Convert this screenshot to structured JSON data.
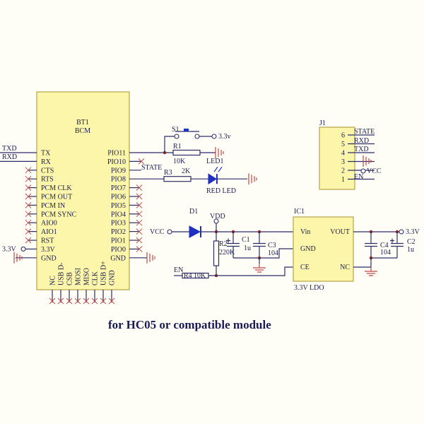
{
  "caption": "for HC05 or compatible module",
  "bt1": {
    "ref": "BT1",
    "name": "BCM",
    "left_pins": [
      "TX",
      "RX",
      "CTS",
      "RTS",
      "PCM CLK",
      "PCM OUT",
      "PCM IN",
      "PCM SYNC",
      "AIO0",
      "AIO1",
      "RST",
      "3.3V",
      "GND"
    ],
    "right_pins": [
      "PIO11",
      "PIO10",
      "PIO9",
      "PIO8",
      "PIO7",
      "PIO6",
      "PIO5",
      "PIO4",
      "PIO3",
      "PIO2",
      "PIO1",
      "PIO0",
      "GND"
    ],
    "bottom_pins": [
      "NC",
      "USB D-",
      "CSB",
      "MOSI",
      "MISO",
      "CLK",
      "USB D+",
      "GND"
    ]
  },
  "nets": {
    "txd": "TXD",
    "rxd": "RXD",
    "v33_left": "3.3V",
    "state": "STATE",
    "v33_switch": "3.3v",
    "vcc": "VCC",
    "vdd": "VDD",
    "en": "EN",
    "v33_out": "3.3V"
  },
  "components": {
    "s1": "S1",
    "r1": "R1",
    "r1_value": "10K",
    "led1": "LED1",
    "r3": "R3",
    "r3_value": "2K",
    "red_led": "RED LED",
    "d1": "D1",
    "r2": "R2",
    "r2_value": "220K",
    "c1": "C1",
    "c1_value": "1u",
    "c3": "C3",
    "c3_value": "104",
    "r4": "R4",
    "r4_value": "10K",
    "c4": "C4",
    "c4_value": "104",
    "c2": "C2",
    "c2_value": "1u"
  },
  "ic1": {
    "ref": "IC1",
    "name": "3.3V LDO",
    "pins": {
      "vin": "Vin",
      "vout": "VOUT",
      "gnd": "GND",
      "ce": "CE",
      "nc": "NC"
    }
  },
  "j1": {
    "ref": "J1",
    "pin_numbers": [
      "6",
      "5",
      "4",
      "3",
      "2",
      "1"
    ],
    "nets": {
      "p6": "STATE",
      "p5": "RXD",
      "p4": "TXD",
      "p2": "VCC",
      "p1": "EN"
    }
  },
  "colors": {
    "wire": "#2c2c6a",
    "ground": "#c04848",
    "component_fill": "#fbf6aa",
    "led": "#1f2fc0"
  }
}
